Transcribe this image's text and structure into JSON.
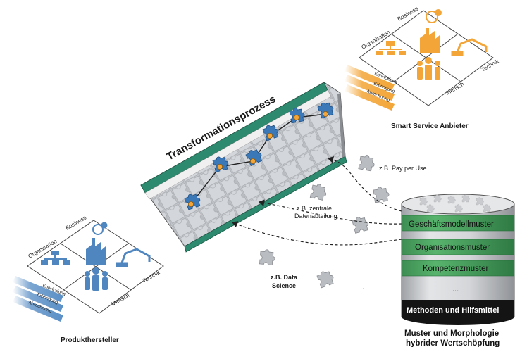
{
  "transformation": {
    "title": "Transformationsprozess"
  },
  "smart_service": {
    "caption": "Smart Service Anbieter",
    "quadrants": {
      "organisation": "Organisation",
      "business": "Business",
      "technik": "Technik",
      "mensch": "Mensch"
    },
    "layers": [
      "Entwicklung",
      "Erbringung",
      "Abrechnung"
    ]
  },
  "produkthersteller": {
    "caption": "Produkthersteller",
    "quadrants": {
      "organisation": "Organisation",
      "business": "Business",
      "technik": "Technik",
      "mensch": "Mensch"
    },
    "layers": [
      "Entwicklung",
      "Erbringung",
      "Abrechnung"
    ]
  },
  "examples": {
    "pay_per_use": "z.B. Pay per Use",
    "datenabteilung": [
      "z.B. zentrale",
      "Datenabteilung"
    ],
    "data_science": [
      "z.B. Data",
      "Science"
    ],
    "ellipsis": "..."
  },
  "database": {
    "layers": [
      "Geschäftsmodellmuster",
      "Organisationsmuster",
      "Kompetenzmuster",
      "..."
    ],
    "footer": "Methoden und Hilfsmittel",
    "caption": [
      "Muster und Morphologie",
      "hybrider Wertschöpfung"
    ]
  },
  "colors": {
    "teal": "#2e8a6e",
    "blue": "#3b78b8",
    "orange": "#f3a537",
    "puzzle_grey": "#b9bcc1",
    "db_light": "#c9cbce",
    "db_band": "#4aa561",
    "db_footer": "#141414"
  }
}
